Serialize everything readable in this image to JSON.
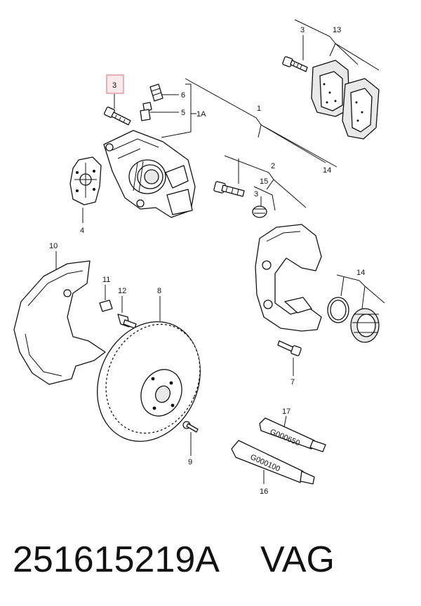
{
  "callouts": {
    "c1": "1",
    "c1A": "1A",
    "c2": "2",
    "c3a": "3",
    "c3b": "3",
    "c3c": "3",
    "c4": "4",
    "c5": "5",
    "c6": "6",
    "c7": "7",
    "c8": "8",
    "c9": "9",
    "c10": "10",
    "c11": "11",
    "c12": "12",
    "c13": "13",
    "c14a": "14",
    "c14b": "14",
    "c15": "15",
    "c16": "16",
    "c17": "17"
  },
  "highlighted_callout": "3",
  "tube_labels": {
    "upper": "G000650",
    "lower": "G000100"
  },
  "footer": {
    "part_number": "251615219A",
    "brand": "VAG"
  },
  "colors": {
    "highlight_fill": "#fbe9ec",
    "highlight_stroke": "#d9828f",
    "ink": "#111111"
  }
}
